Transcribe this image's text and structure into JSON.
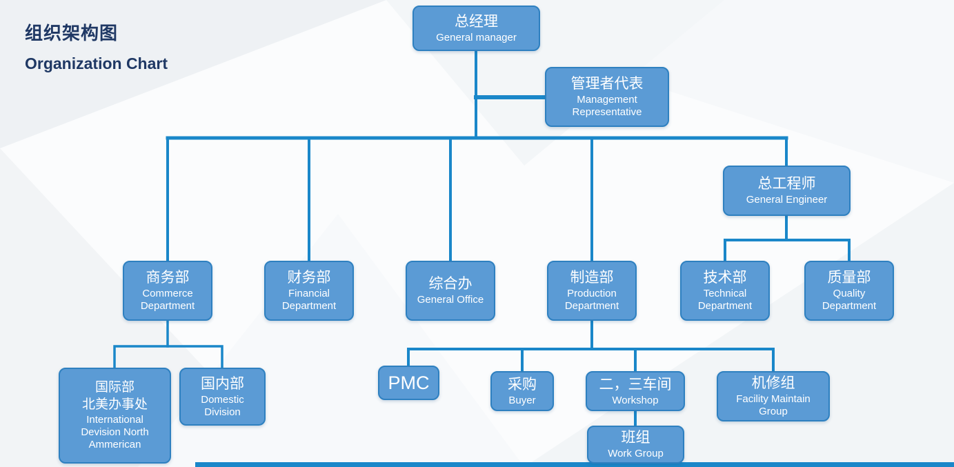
{
  "page": {
    "title_zh": "组织架构图",
    "title_en": "Organization Chart"
  },
  "nodes": {
    "general_manager": {
      "zh": "总经理",
      "en": "General manager"
    },
    "management_representative": {
      "zh": "管理者代表",
      "en": "Management Representative"
    },
    "general_engineer": {
      "zh": "总工程师",
      "en": "General Engineer"
    },
    "commerce": {
      "zh": "商务部",
      "en": "Commerce Department"
    },
    "financial": {
      "zh": "财务部",
      "en": "Financial Department"
    },
    "general_office": {
      "zh": "综合办",
      "en": "General Office"
    },
    "production": {
      "zh": "制造部",
      "en": "Production Department"
    },
    "technical": {
      "zh": "技术部",
      "en": "Technical Department"
    },
    "quality": {
      "zh": "质量部",
      "en": "Quality Department"
    },
    "international": {
      "zh": "国际部",
      "zh2": "北美办事处",
      "en": "International Devision North Ammerican"
    },
    "domestic": {
      "zh": "国内部",
      "en": "Domestic Division"
    },
    "pmc": {
      "zh": "PMC"
    },
    "buyer": {
      "zh": "采购",
      "en": "Buyer"
    },
    "workshop": {
      "zh": "二，三车间",
      "en": "Workshop"
    },
    "facility_maintain": {
      "zh": "机修组",
      "en": "Facility Maintain Group"
    },
    "work_group": {
      "zh": "班组",
      "en": "Work Group"
    }
  },
  "colors": {
    "node_fill": "#5B9BD5",
    "node_border": "#2E80C0",
    "connector": "#1A87C9",
    "title_text": "#1F3864",
    "node_text": "#FFFFFF"
  }
}
